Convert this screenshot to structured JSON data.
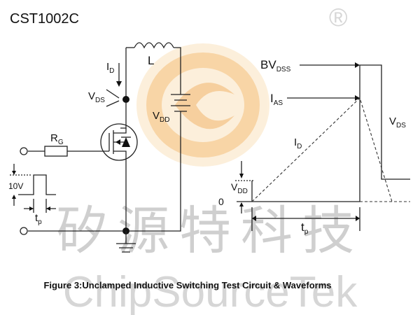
{
  "header": {
    "part_number": "CST1002C"
  },
  "watermark": {
    "chinese_text": "矽源特科技",
    "english_text": "ChipSourceTek",
    "registered_mark": "®"
  },
  "circuit": {
    "id_main": "I",
    "id_sub": "D",
    "inductor": "L",
    "vds_main": "V",
    "vds_sub": "DS",
    "vdd_main": "V",
    "vdd_sub": "DD",
    "rg_main": "R",
    "rg_sub": "G",
    "pulse_amplitude": "10V",
    "tp_main": "t",
    "tp_sub": "p"
  },
  "waveform": {
    "bvdss_main": "BV",
    "bvdss_sub": "DSS",
    "ias_main": "I",
    "ias_sub": "AS",
    "id_main": "I",
    "id_sub": "D",
    "vds_main": "V",
    "vds_sub": "DS",
    "vdd_main": "V",
    "vdd_sub": "DD",
    "zero_label": "0",
    "tp_main": "t",
    "tp_sub": "p"
  },
  "caption": "Figure 3:Unclamped Inductive Switching Test Circuit & Waveforms",
  "colors": {
    "logo_orange": "#f6c98a",
    "logo_ring": "#f3b35f",
    "watermark_gray": "#cfcfcf"
  }
}
